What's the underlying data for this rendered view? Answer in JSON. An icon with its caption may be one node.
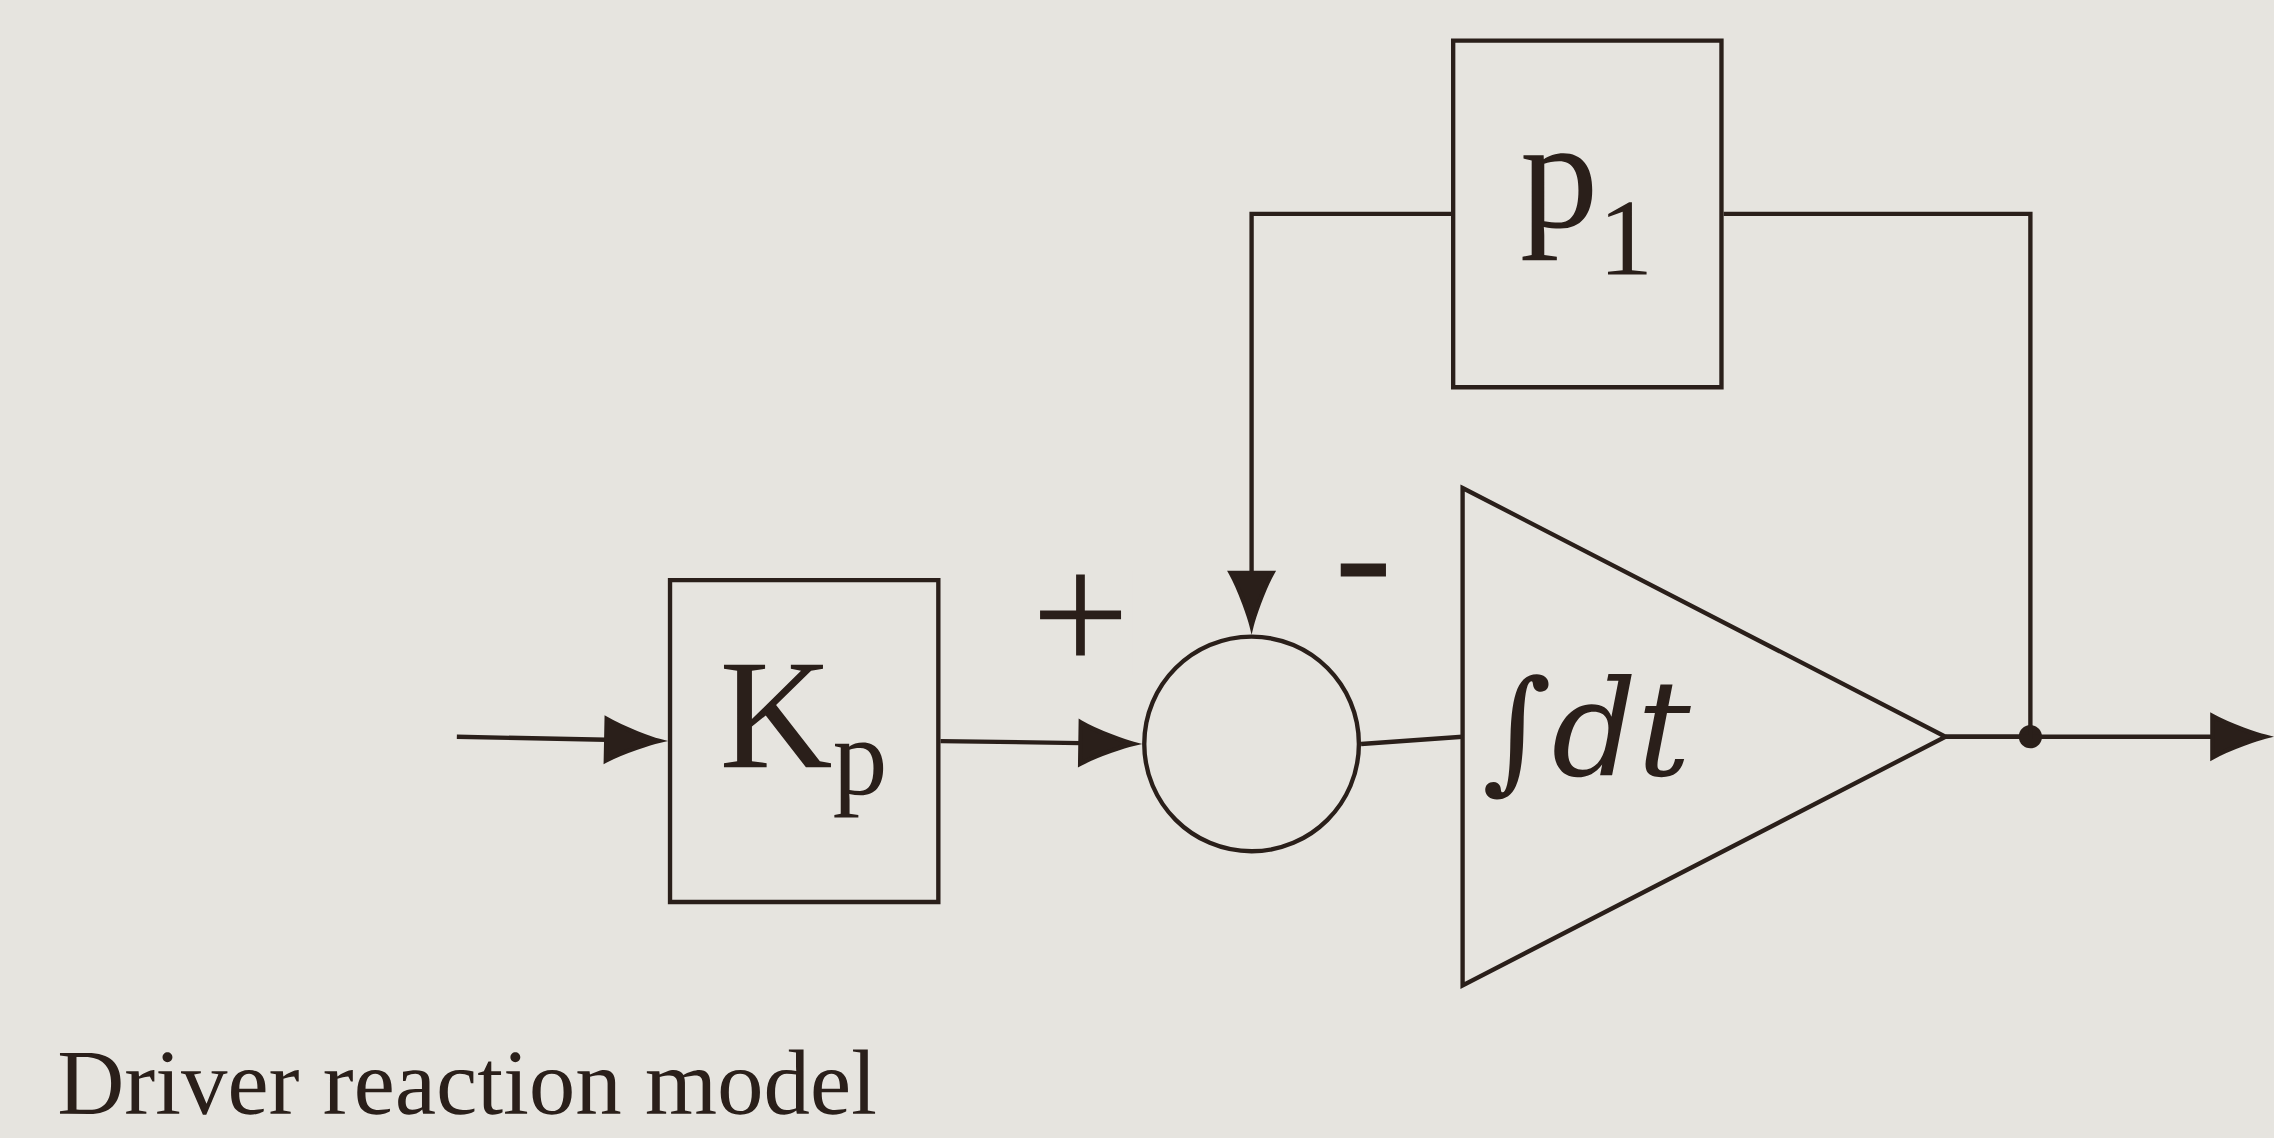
{
  "diagram": {
    "caption": "Driver reaction model",
    "nodes": [
      {
        "text": [
          "K$_{p}$"
        ]
      },
      {
        "text": [],
        "shape": "circle"
      },
      {
        "text": [
          "∫dt"
        ]
      },
      {
        "text": [
          "p$_{1}$"
        ]
      }
    ],
    "edges": [
      {
        "from": null,
        "to": 0,
        "arrow": "to"
      },
      {
        "from": 0,
        "to": 1,
        "arrow": "to",
        "label": "+"
      },
      {
        "from": 1,
        "to": 2,
        "arrow": "none"
      },
      {
        "from": 2,
        "to": null,
        "arrow": "to"
      },
      {
        "from": 2,
        "to": 3,
        "arrow": "none"
      },
      {
        "from": 3,
        "to": 1,
        "arrow": "to",
        "label": "-"
      }
    ]
  }
}
